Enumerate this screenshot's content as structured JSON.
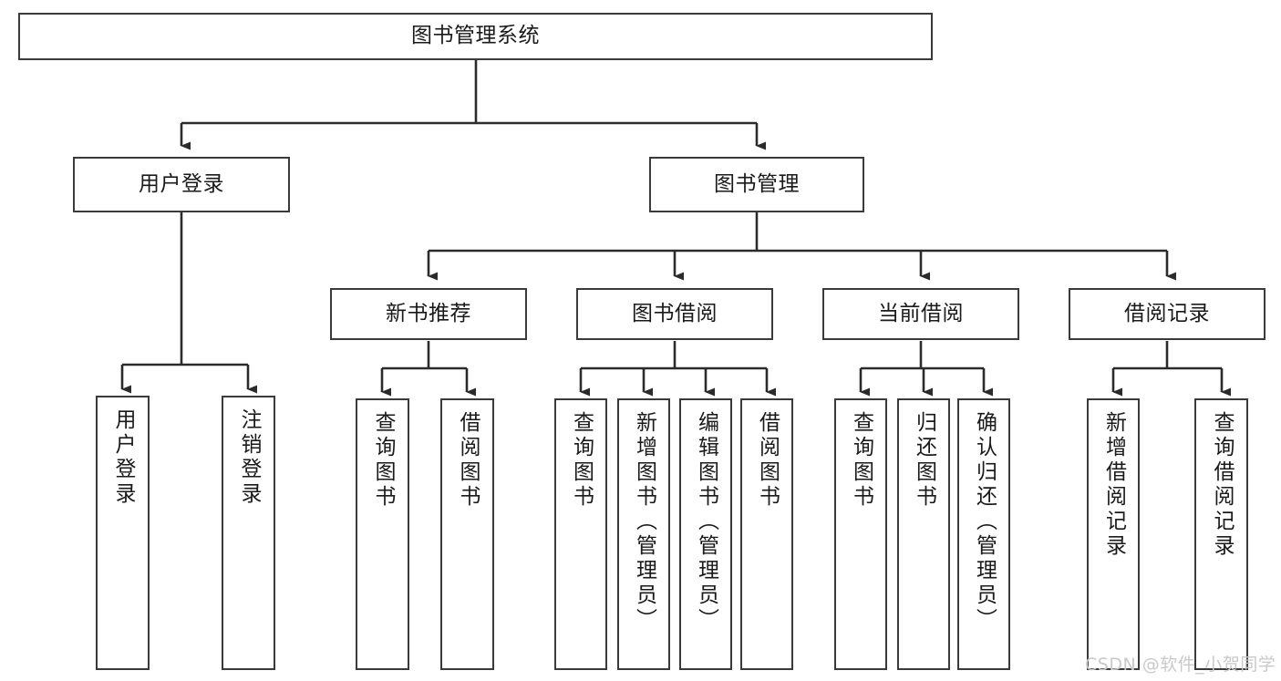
{
  "diagram": {
    "title": "图书管理系统",
    "type": "tree",
    "orientation": "top-down",
    "colors": {
      "node_border": "#3a3a3a",
      "node_fill": "#ffffff",
      "edge": "#2b2b2b",
      "text": "#1a1a1a",
      "watermark": "#c9c9c9",
      "background": "#ffffff"
    },
    "watermark": "CSDN @软件_小贺同学",
    "nodes": {
      "root": {
        "label": "图书管理系统",
        "level": 1
      },
      "l2": [
        {
          "id": "user-login",
          "label": "用户登录",
          "level": 2
        },
        {
          "id": "book-manage",
          "label": "图书管理",
          "level": 2
        }
      ],
      "l3": [
        {
          "id": "new-book-recommend",
          "label": "新书推荐",
          "level": 3
        },
        {
          "id": "book-borrow",
          "label": "图书借阅",
          "level": 3
        },
        {
          "id": "current-borrow",
          "label": "当前借阅",
          "level": 3
        },
        {
          "id": "borrow-record",
          "label": "借阅记录",
          "level": 3
        }
      ],
      "leaves": [
        {
          "id": "leaf-user-login",
          "label": "用户登录",
          "parent": "user-login",
          "level": 3
        },
        {
          "id": "leaf-user-logout",
          "label": "注销登录",
          "parent": "user-login",
          "level": 3
        },
        {
          "id": "leaf-query-book-1",
          "label": "查询图书",
          "parent": "new-book-recommend",
          "level": 4
        },
        {
          "id": "leaf-borrow-book-1",
          "label": "借阅图书",
          "parent": "new-book-recommend",
          "level": 4
        },
        {
          "id": "leaf-query-book-2",
          "label": "查询图书",
          "parent": "book-borrow",
          "level": 4
        },
        {
          "id": "leaf-add-book",
          "label": "新增图书（管理员）",
          "parent": "book-borrow",
          "level": 4
        },
        {
          "id": "leaf-edit-book",
          "label": "编辑图书（管理员）",
          "parent": "book-borrow",
          "level": 4
        },
        {
          "id": "leaf-borrow-book-2",
          "label": "借阅图书",
          "parent": "book-borrow",
          "level": 4
        },
        {
          "id": "leaf-query-book-3",
          "label": "查询图书",
          "parent": "current-borrow",
          "level": 4
        },
        {
          "id": "leaf-return-book",
          "label": "归还图书",
          "parent": "current-borrow",
          "level": 4
        },
        {
          "id": "leaf-confirm-return",
          "label": "确认归还（管理员）",
          "parent": "current-borrow",
          "level": 4
        },
        {
          "id": "leaf-add-record",
          "label": "新增借阅记录",
          "parent": "borrow-record",
          "level": 4
        },
        {
          "id": "leaf-query-record",
          "label": "查询借阅记录",
          "parent": "borrow-record",
          "level": 4
        }
      ]
    }
  }
}
